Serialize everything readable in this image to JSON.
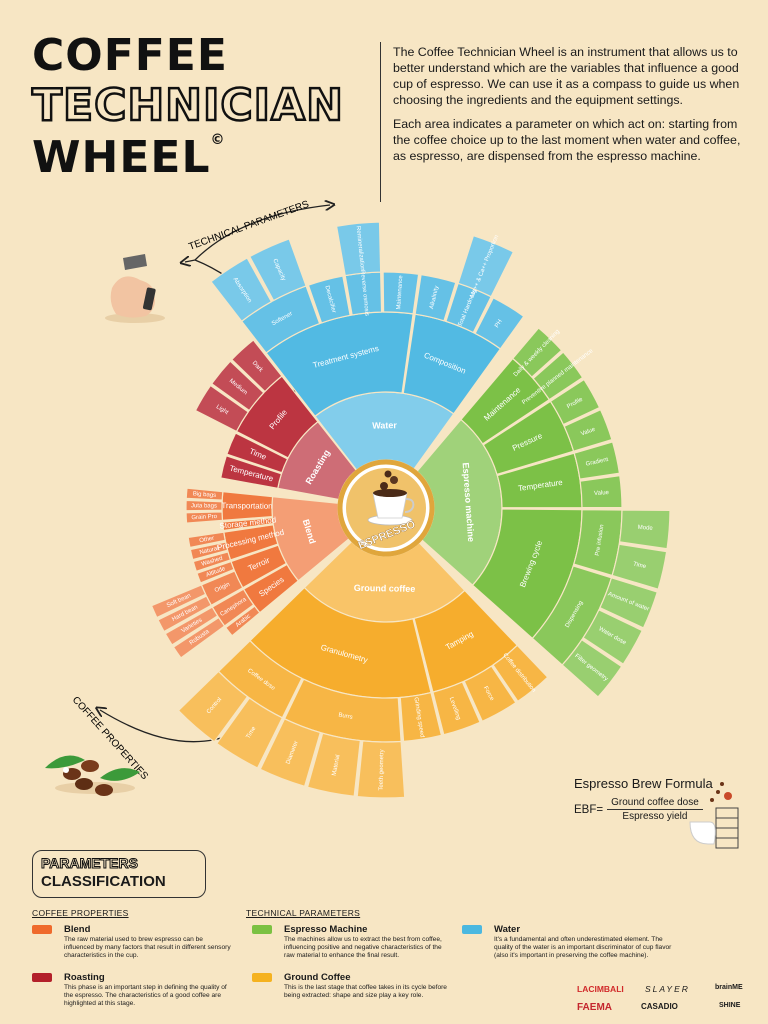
{
  "title": {
    "line1": "COFFEE",
    "line2": "TECHNICIAN",
    "line3": "WHEEL",
    "mark": "©"
  },
  "intro": {
    "p1": "The Coffee Technician Wheel is an instrument that allows us to better understand which are the variables that influence a good cup of espresso. We can use it as a compass to guide us when choosing the ingredients and the equipment settings.",
    "p2": "Each area indicates a parameter on which act on: starting from the coffee choice up to the last moment when water and coffee, as espresso, are dispensed from the espresso machine."
  },
  "center_label": "ESPRESSO",
  "arc_labels": {
    "technical": "TECHNICAL PARAMETERS",
    "coffee": "COFFEE PROPERTIES"
  },
  "colors": {
    "background": "#f7e6c4",
    "blend": "#ef6a2c",
    "roasting": "#b3202a",
    "espresso_machine": "#7bc142",
    "water": "#4bb8e0",
    "ground_coffee": "#f5b21f"
  },
  "wheel": [
    {
      "name": "Water",
      "color": "#3fb2e0",
      "children": [
        {
          "name": "Treatment systems",
          "children": [
            {
              "name": "Softener",
              "children": [
                {
                  "name": "Absorption"
                },
                {
                  "name": "Capacity"
                }
              ]
            },
            {
              "name": "Decalcifier",
              "children": []
            },
            {
              "name": "Reverse osmosis",
              "children": [
                {
                  "name": "Remineralization"
                }
              ]
            },
            {
              "name": "Maintenance",
              "children": []
            }
          ]
        },
        {
          "name": "Composition",
          "children": [
            {
              "name": "Alkalinity",
              "children": []
            },
            {
              "name": "Total Hardness",
              "children": [
                {
                  "name": "Mg++ & Ca++ Proportion"
                }
              ]
            },
            {
              "name": "PH",
              "children": []
            }
          ]
        }
      ]
    },
    {
      "name": "Espresso machine",
      "color": "#6dba32",
      "children": [
        {
          "name": "Maintenance",
          "children": [
            {
              "name": "Daily & weekly cleaning"
            },
            {
              "name": "Preventive planned maintenance"
            }
          ]
        },
        {
          "name": "Pressure",
          "children": [
            {
              "name": "Profile"
            },
            {
              "name": "Value"
            }
          ]
        },
        {
          "name": "Temperature",
          "children": [
            {
              "name": "Gradient"
            },
            {
              "name": "Value"
            }
          ]
        },
        {
          "name": "Brewing cycle",
          "children": [
            {
              "name": "Pre infusion",
              "children": [
                {
                  "name": "Mode"
                },
                {
                  "name": "Time"
                }
              ]
            },
            {
              "name": "Dispensing",
              "children": [
                {
                  "name": "Amount of water"
                },
                {
                  "name": "Water dose"
                },
                {
                  "name": "Filter geometry"
                }
              ]
            }
          ]
        }
      ]
    },
    {
      "name": "Ground coffee",
      "color": "#f5a416",
      "children": [
        {
          "name": "Tamping",
          "children": [
            {
              "name": "Coffee distribution",
              "children": []
            },
            {
              "name": "Force",
              "children": []
            },
            {
              "name": "Levelling",
              "children": []
            }
          ]
        },
        {
          "name": "Granulometry",
          "children": [
            {
              "name": "Grinding speed",
              "children": []
            },
            {
              "name": "Burrs",
              "children": [
                {
                  "name": "Teeth geometry"
                },
                {
                  "name": "Material"
                },
                {
                  "name": "Diameter"
                }
              ]
            },
            {
              "name": "Coffee dose",
              "children": [
                {
                  "name": "Time"
                },
                {
                  "name": "Control"
                }
              ]
            }
          ]
        }
      ]
    },
    {
      "name": "Blend",
      "color": "#ee6a2a",
      "children": [
        {
          "name": "Species",
          "children": [
            {
              "name": "Arabic",
              "children": []
            },
            {
              "name": "Canephora",
              "children": [
                {
                  "name": "Robusta"
                },
                {
                  "name": "Varieties"
                }
              ]
            }
          ]
        },
        {
          "name": "Terroir",
          "children": [
            {
              "name": "Origin",
              "children": [
                {
                  "name": "Hard bean"
                },
                {
                  "name": "Soft bean"
                }
              ]
            },
            {
              "name": "Altitude",
              "children": []
            }
          ]
        },
        {
          "name": "Processing method",
          "children": [
            {
              "name": "Washed"
            },
            {
              "name": "Natural"
            },
            {
              "name": "Other"
            }
          ]
        },
        {
          "name": "Storage method",
          "children": []
        },
        {
          "name": "Transportation",
          "children": [
            {
              "name": "Grain Pro"
            },
            {
              "name": "Juta bags"
            },
            {
              "name": "Big bags"
            }
          ]
        }
      ]
    },
    {
      "name": "Roasting",
      "color": "#b41f2c",
      "children": [
        {
          "name": "Temperature",
          "children": []
        },
        {
          "name": "Time",
          "children": []
        },
        {
          "name": "Profile",
          "children": [
            {
              "name": "Light"
            },
            {
              "name": "Medium"
            },
            {
              "name": "Dark"
            }
          ]
        }
      ]
    }
  ],
  "formula": {
    "title": "Espresso Brew Formula",
    "abbr": "EBF=",
    "numerator": "Ground coffee dose",
    "denominator": "Espresso yield"
  },
  "classification": {
    "line1": "PARAMETERS",
    "line2": "CLASSIFICATION"
  },
  "groups": {
    "coffee": "COFFEE PROPERTIES",
    "technical": "TECHNICAL PARAMETERS"
  },
  "legend": {
    "blend": {
      "title": "Blend",
      "color": "#ef6a2c",
      "desc": "The raw material used to brew espresso can be influenced by many factors that result in different sensory characteristics in the cup."
    },
    "roasting": {
      "title": "Roasting",
      "color": "#b3202a",
      "desc": "This phase is an important step in defining the quality of the espresso. The characteristics of a good coffee are highlighted at this stage."
    },
    "machine": {
      "title": "Espresso Machine",
      "color": "#7bc142",
      "desc": "The machines allow us to extract the best from coffee, influencing positive and negative characteristics of the raw material to enhance the final result."
    },
    "ground": {
      "title": "Ground Coffee",
      "color": "#f5b21f",
      "desc": "This is the last stage that coffee takes in its cycle before being extracted: shape and size play a key role."
    },
    "water": {
      "title": "Water",
      "color": "#4bb8e0",
      "desc": "It's a fundamental and often underestimated element. The quality of the water is an important discriminator of cup flavor (also it's important in preserving the coffee machine)."
    }
  },
  "logos": {
    "lacimbali": "LACIMBALI",
    "slayer": "SLAYER",
    "brainme": "brainME",
    "faema": "FAEMA",
    "casadio": "CASADIO",
    "shine": "SHINE"
  }
}
